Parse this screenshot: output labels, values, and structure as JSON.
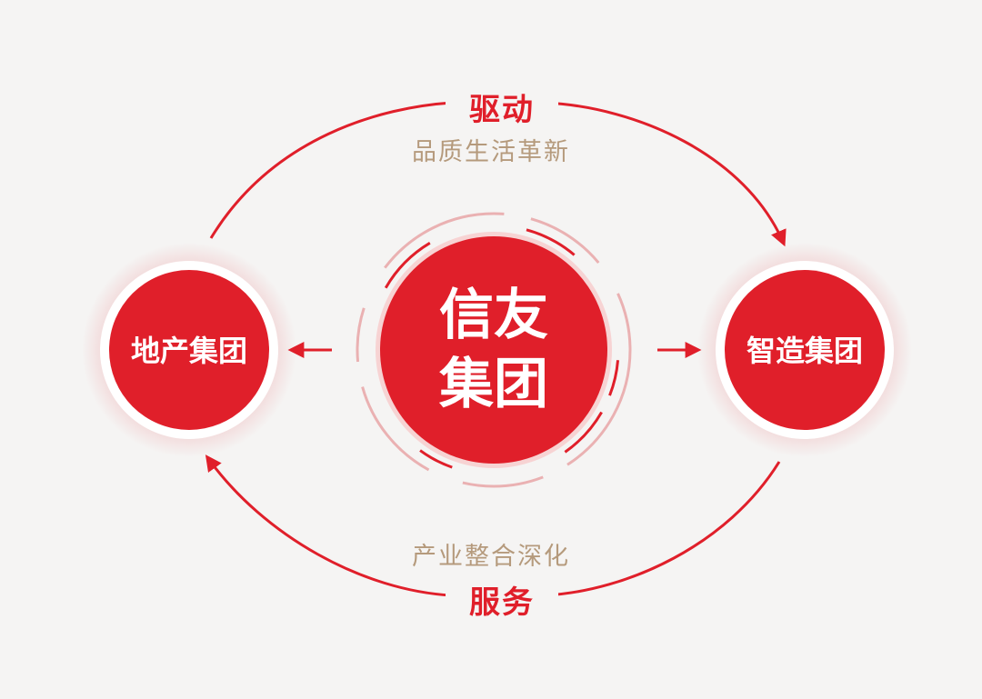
{
  "colors": {
    "accent": "#e01f2a",
    "subtitle": "#b59a7c",
    "background": "#f5f4f3",
    "node_text": "#ffffff"
  },
  "center": {
    "line1": "信友",
    "line2": "集团"
  },
  "left_node": {
    "label": "地产集团"
  },
  "right_node": {
    "label": "智造集团"
  },
  "top_cycle": {
    "label": "驱动",
    "subtitle": "品质生活革新"
  },
  "bottom_cycle": {
    "label": "服务",
    "subtitle": "产业整合深化"
  }
}
